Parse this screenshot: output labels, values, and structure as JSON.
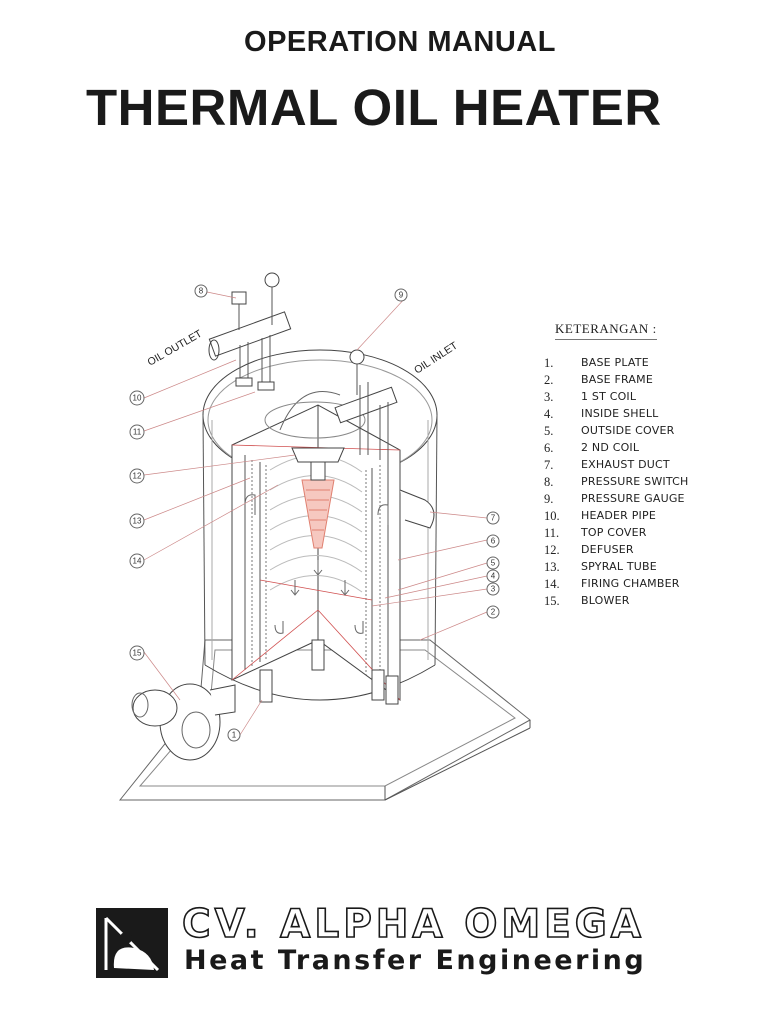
{
  "header": {
    "subtitle": "OPERATION MANUAL",
    "title": "THERMAL OIL HEATER"
  },
  "diagram": {
    "labels": {
      "oil_outlet": "OIL OUTLET",
      "oil_inlet": "OIL INLET"
    },
    "callouts": [
      "1",
      "2",
      "3",
      "4",
      "5",
      "6",
      "7",
      "8",
      "9",
      "10",
      "11",
      "12",
      "13",
      "14",
      "15"
    ],
    "line_color": "#555555",
    "flame_color": "#e08070"
  },
  "legend": {
    "title": "KETERANGAN :",
    "items": [
      {
        "num": "1.",
        "label": "BASE PLATE"
      },
      {
        "num": "2.",
        "label": "BASE FRAME"
      },
      {
        "num": "3.",
        "label": "1 ST COIL"
      },
      {
        "num": "4.",
        "label": "INSIDE SHELL"
      },
      {
        "num": "5.",
        "label": "OUTSIDE COVER"
      },
      {
        "num": "6.",
        "label": "2 ND COIL"
      },
      {
        "num": "7.",
        "label": "EXHAUST DUCT"
      },
      {
        "num": "8.",
        "label": "PRESSURE SWITCH"
      },
      {
        "num": "9.",
        "label": "PRESSURE GAUGE"
      },
      {
        "num": "10.",
        "label": "HEADER PIPE"
      },
      {
        "num": "11.",
        "label": "TOP COVER"
      },
      {
        "num": "12.",
        "label": "DEFUSER"
      },
      {
        "num": "13.",
        "label": "SPYRAL TUBE"
      },
      {
        "num": "14.",
        "label": "FIRING CHAMBER"
      },
      {
        "num": "15.",
        "label": "BLOWER"
      }
    ]
  },
  "footer": {
    "company": "CV. ALPHA OMEGA",
    "tagline": "Heat Transfer Engineering",
    "logo_icon": "alpha-omega-logo-icon"
  }
}
